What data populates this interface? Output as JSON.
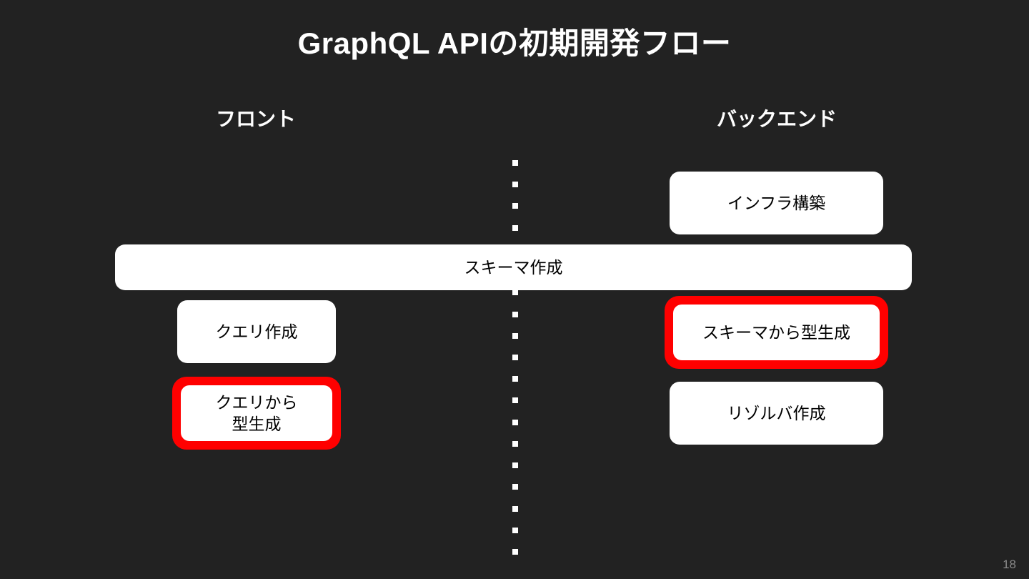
{
  "slide": {
    "title": "GraphQL APIの初期開発フロー",
    "page_number": "18",
    "background_color": "#222222",
    "title_color": "#ffffff",
    "box_fill_color": "#ffffff",
    "box_text_color": "#000000",
    "highlight_color": "#ff0000",
    "page_number_color": "#8a8a8a"
  },
  "columns": {
    "front": {
      "heading": "フロント"
    },
    "backend": {
      "heading": "バックエンド"
    }
  },
  "divider": {
    "style": "dotted-vertical",
    "dot_color": "#ffffff",
    "dot_count": 19
  },
  "nodes": {
    "infra": {
      "label": "インフラ構築",
      "column": "backend",
      "highlighted": false
    },
    "schema": {
      "label": "スキーマ作成",
      "column": "both",
      "highlighted": false
    },
    "query_create": {
      "label": "クエリ作成",
      "column": "front",
      "highlighted": false
    },
    "query_types": {
      "label_line1": "クエリから",
      "label_line2": "型生成",
      "column": "front",
      "highlighted": true
    },
    "schema_types": {
      "label": "スキーマから型生成",
      "column": "backend",
      "highlighted": true
    },
    "resolver": {
      "label": "リゾルバ作成",
      "column": "backend",
      "highlighted": false
    }
  }
}
